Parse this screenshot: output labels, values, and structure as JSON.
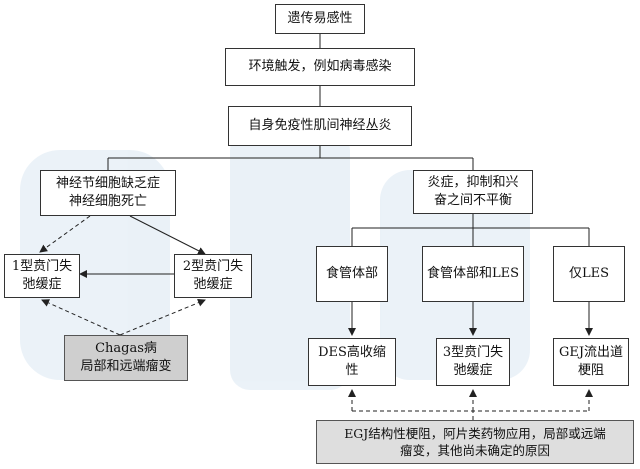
{
  "nodes": {
    "genetic": "遗传易感性",
    "env_trigger": "环境触发，例如病毒感染",
    "autoimmune": "自身免疫性肌间神经丛炎",
    "ganglion_loss": "神经节细胞缺乏症\n神经细胞死亡",
    "inflammation_imbalance": "炎症，抑制和兴\n奋之间不平衡",
    "type1": "1型贲门失\n弛缓症",
    "type2": "2型贲门失\n弛缓症",
    "esophageal_body": "食管体部",
    "body_and_les": "食管体部和LES",
    "les_only": "仅LES",
    "chagas": "Chagas病\n局部和远端瘤变",
    "des": "DES高收缩性",
    "type3": "3型贲门失\n弛缓症",
    "gej": "GEJ流出道\n梗阻",
    "egj_causes": "EGJ结构性梗阻，阿片类药物应用，局部或远端\n瘤变，其他尚未确定的原因"
  },
  "watermark": {
    "brand_color": "#8fb8d8"
  }
}
